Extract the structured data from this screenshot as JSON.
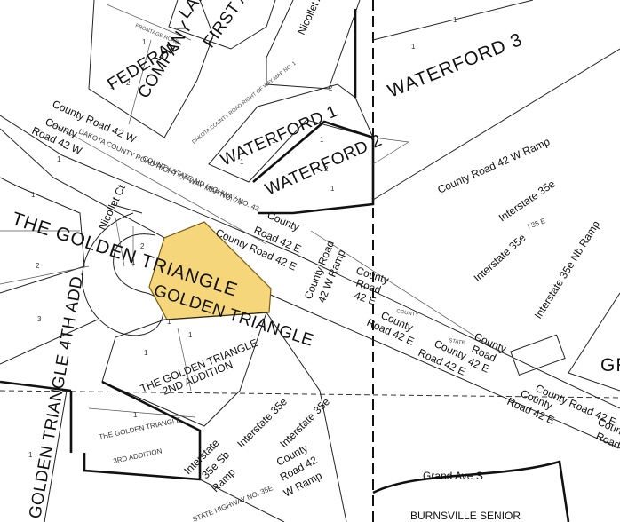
{
  "map": {
    "highlight_color": "#F5D67A",
    "highlight_stroke": "#7a5a10",
    "labels": {
      "golden_triangle": "THE GOLDEN TRIANGLE",
      "golden_triangle_parcel": "GOLDEN TRIANGLE",
      "waterford3": "WATERFORD 3",
      "waterford1": "WATERFORD 1",
      "waterford2": "WATERFORD 2",
      "federal": "FEDERAL",
      "company": "COMPANY",
      "first_addition": "FIRST ADDI",
      "land": "LAND",
      "gt_2nd_addition_1": "THE GOLDEN TRIANGLE",
      "gt_2nd_addition_2": "2ND ADDITION",
      "gt_3rd_addition_1": "THE GOLDEN TRIANGLE",
      "gt_3rd_addition_2": "3RD ADDITION",
      "gt_4th_add": "GOLDEN TRIANGLE 4TH ADD.",
      "burnsville_senior": "BURNSVILLE SENIOR",
      "gr_partial": "GR",
      "frontage_road": "FRONTAGE ROAD",
      "dakota_row_map1": "DAKOTA COUNTY ROAD RIGHT OF WAY MAP NO. 1",
      "nicollet_ave_s": "Nicollet Ave S",
      "nicollet_ct": "Nicollet Ct",
      "county_road_42w_a": "County Road 42 W",
      "county_road_42w_b": "County",
      "county_road_42w_c": "Road 42 W",
      "dakota_row_map74": "DAKOTA COUNTY ROAD RIGHT OF WAY MAP NO. 74",
      "csah42": "COUNTY STATE AID HIGHWAY NO. 42",
      "county_road_42e_a1": "County",
      "county_road_42e_a2": "Road 42 E",
      "county_road_42e_b": "County Road 42 E",
      "county_road_42w_ramp_v1": "County Road",
      "county_road_42w_ramp_v2": "42 W Ramp",
      "county_road_v1": "County",
      "county_road_v2": "Road",
      "county_road_v3": "42 E",
      "county_road_42e_c1": "County",
      "county_road_42e_c2": "Road 42 E",
      "county_road_42e_d1": "County",
      "county_road_42e_d2": "Road 42 E",
      "county_road_42e_e1": "County",
      "county_road_42e_e2": "Road",
      "county_road_42e_e3": "42 E",
      "county_road_42e_f": "County Road 42 E",
      "county_road_42e_g1": "County",
      "county_road_42e_g2": "Road 42 E",
      "county_road_42e_h1": "County",
      "county_road_42e_h2": "Road",
      "county_road_42w_ramp": "County Road 42 W Ramp",
      "interstate35e_a": "Interstate 35e",
      "interstate35e_b": "Interstate 35e",
      "i35e_small": "I 35 E",
      "interstate35e_nb_ramp": "Interstate 35e Nb Ramp",
      "interstate35e_c": "Interstate 35e",
      "interstate35e_d": "Interstate 35e",
      "interstate35e_sb_1": "Interstate",
      "interstate35e_sb_2": "35e Sb",
      "interstate35e_sb_3": "Ramp",
      "county_road_42w_ramp2_1": "County",
      "county_road_42w_ramp2_2": "Road 42",
      "county_road_42w_ramp2_3": "W Ramp",
      "state_highway_35e": "STATE HIGHWAY NO. 35E",
      "grand_ave_s": "Grand Ave S",
      "county_small": "COUNTY",
      "state_small": "STATE"
    },
    "lot_numbers": [
      "1",
      "2",
      "1",
      "1",
      "2",
      "1",
      "1",
      "2",
      "1",
      "1",
      "1",
      "2",
      "3",
      "1",
      "1",
      "1",
      "1",
      "1",
      "2",
      "1",
      "1",
      "1"
    ]
  }
}
